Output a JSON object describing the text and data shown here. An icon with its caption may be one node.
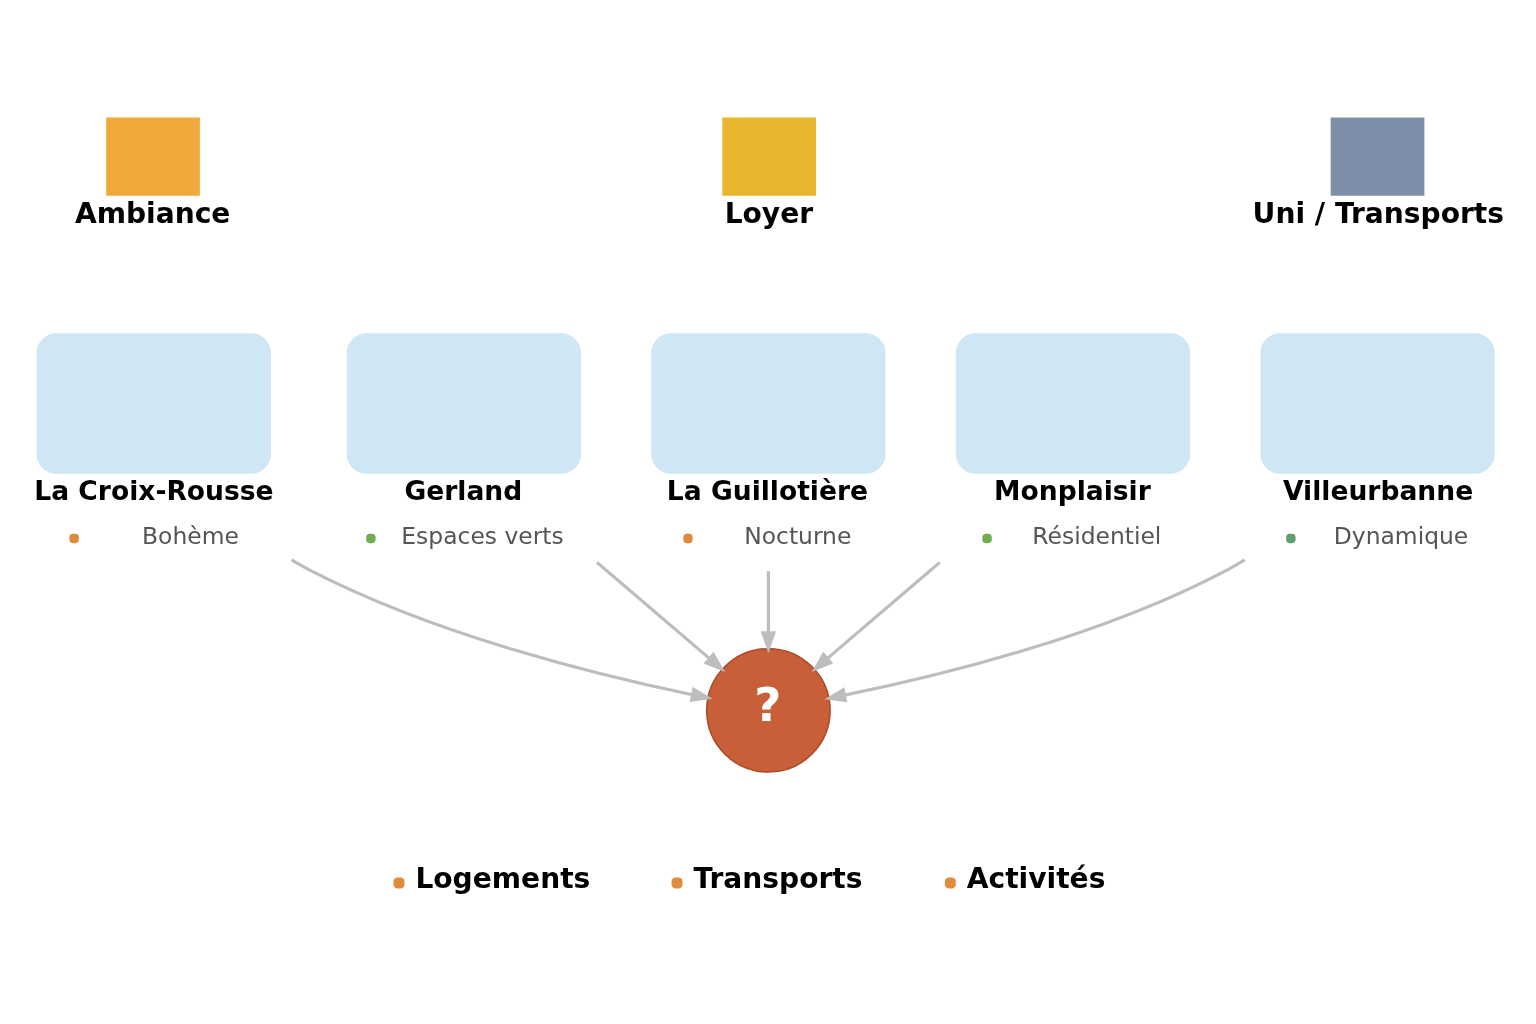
{
  "diagram": {
    "nodes": [
      {
        "text": [
          "Ambiance"
        ]
      },
      {
        "text": [
          "Loyer"
        ]
      },
      {
        "text": [
          "Uni / Transports"
        ]
      },
      {
        "text": [
          "La Croix-Rousse",
          "Bohème"
        ]
      },
      {
        "text": [
          "Gerland",
          "Espaces verts"
        ]
      },
      {
        "text": [
          "La Guillotière",
          "Nocturne"
        ]
      },
      {
        "text": [
          "Monplaisir",
          "Résidentiel"
        ]
      },
      {
        "text": [
          "Villeurbanne",
          "Dynamique"
        ]
      },
      {
        "text": [
          "?"
        ]
      }
    ],
    "edges": [
      {
        "from": 3,
        "to": 8,
        "arrow": "to"
      },
      {
        "from": 4,
        "to": 8,
        "arrow": "to"
      },
      {
        "from": 5,
        "to": 8,
        "arrow": "to"
      },
      {
        "from": 6,
        "to": 8,
        "arrow": "to"
      },
      {
        "from": 7,
        "to": 8,
        "arrow": "to"
      }
    ],
    "labels": [
      "Logements",
      "Transports",
      "Activités"
    ]
  }
}
